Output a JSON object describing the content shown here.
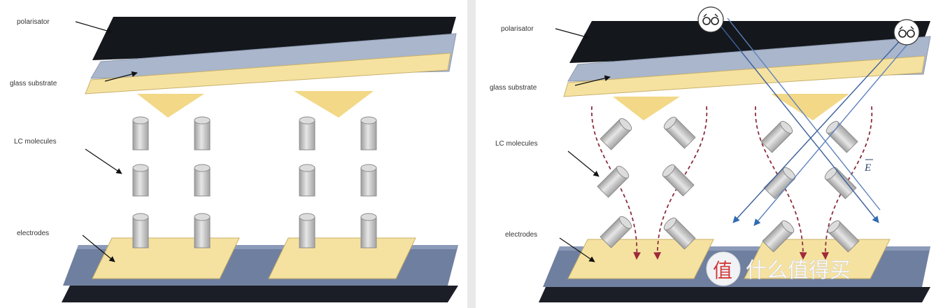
{
  "left_panel": {
    "labels": {
      "polarisator": "polarisator",
      "glass_substrate": "glass substrate",
      "lc_molecules": "LC molecules",
      "electrodes": "electrodes"
    }
  },
  "right_panel": {
    "labels": {
      "polarisator": "polarisator",
      "glass_substrate": "glass substrate",
      "lc_molecules": "LC molecules",
      "electrodes": "electrodes"
    },
    "field_symbol": "E"
  },
  "watermark": {
    "icon_char": "值",
    "text": "什么值得买"
  },
  "colors": {
    "polarisator": "#14171c",
    "glass": "#a9b6cb",
    "substrate_yellow": "#f6e2a0",
    "bottom_glass": "#6f7f9f",
    "bottom_dark": "#3e4f73",
    "cylinder": "#c9c9c9",
    "ray": "#3a5f9a",
    "field_line": "#8a2f3f"
  }
}
